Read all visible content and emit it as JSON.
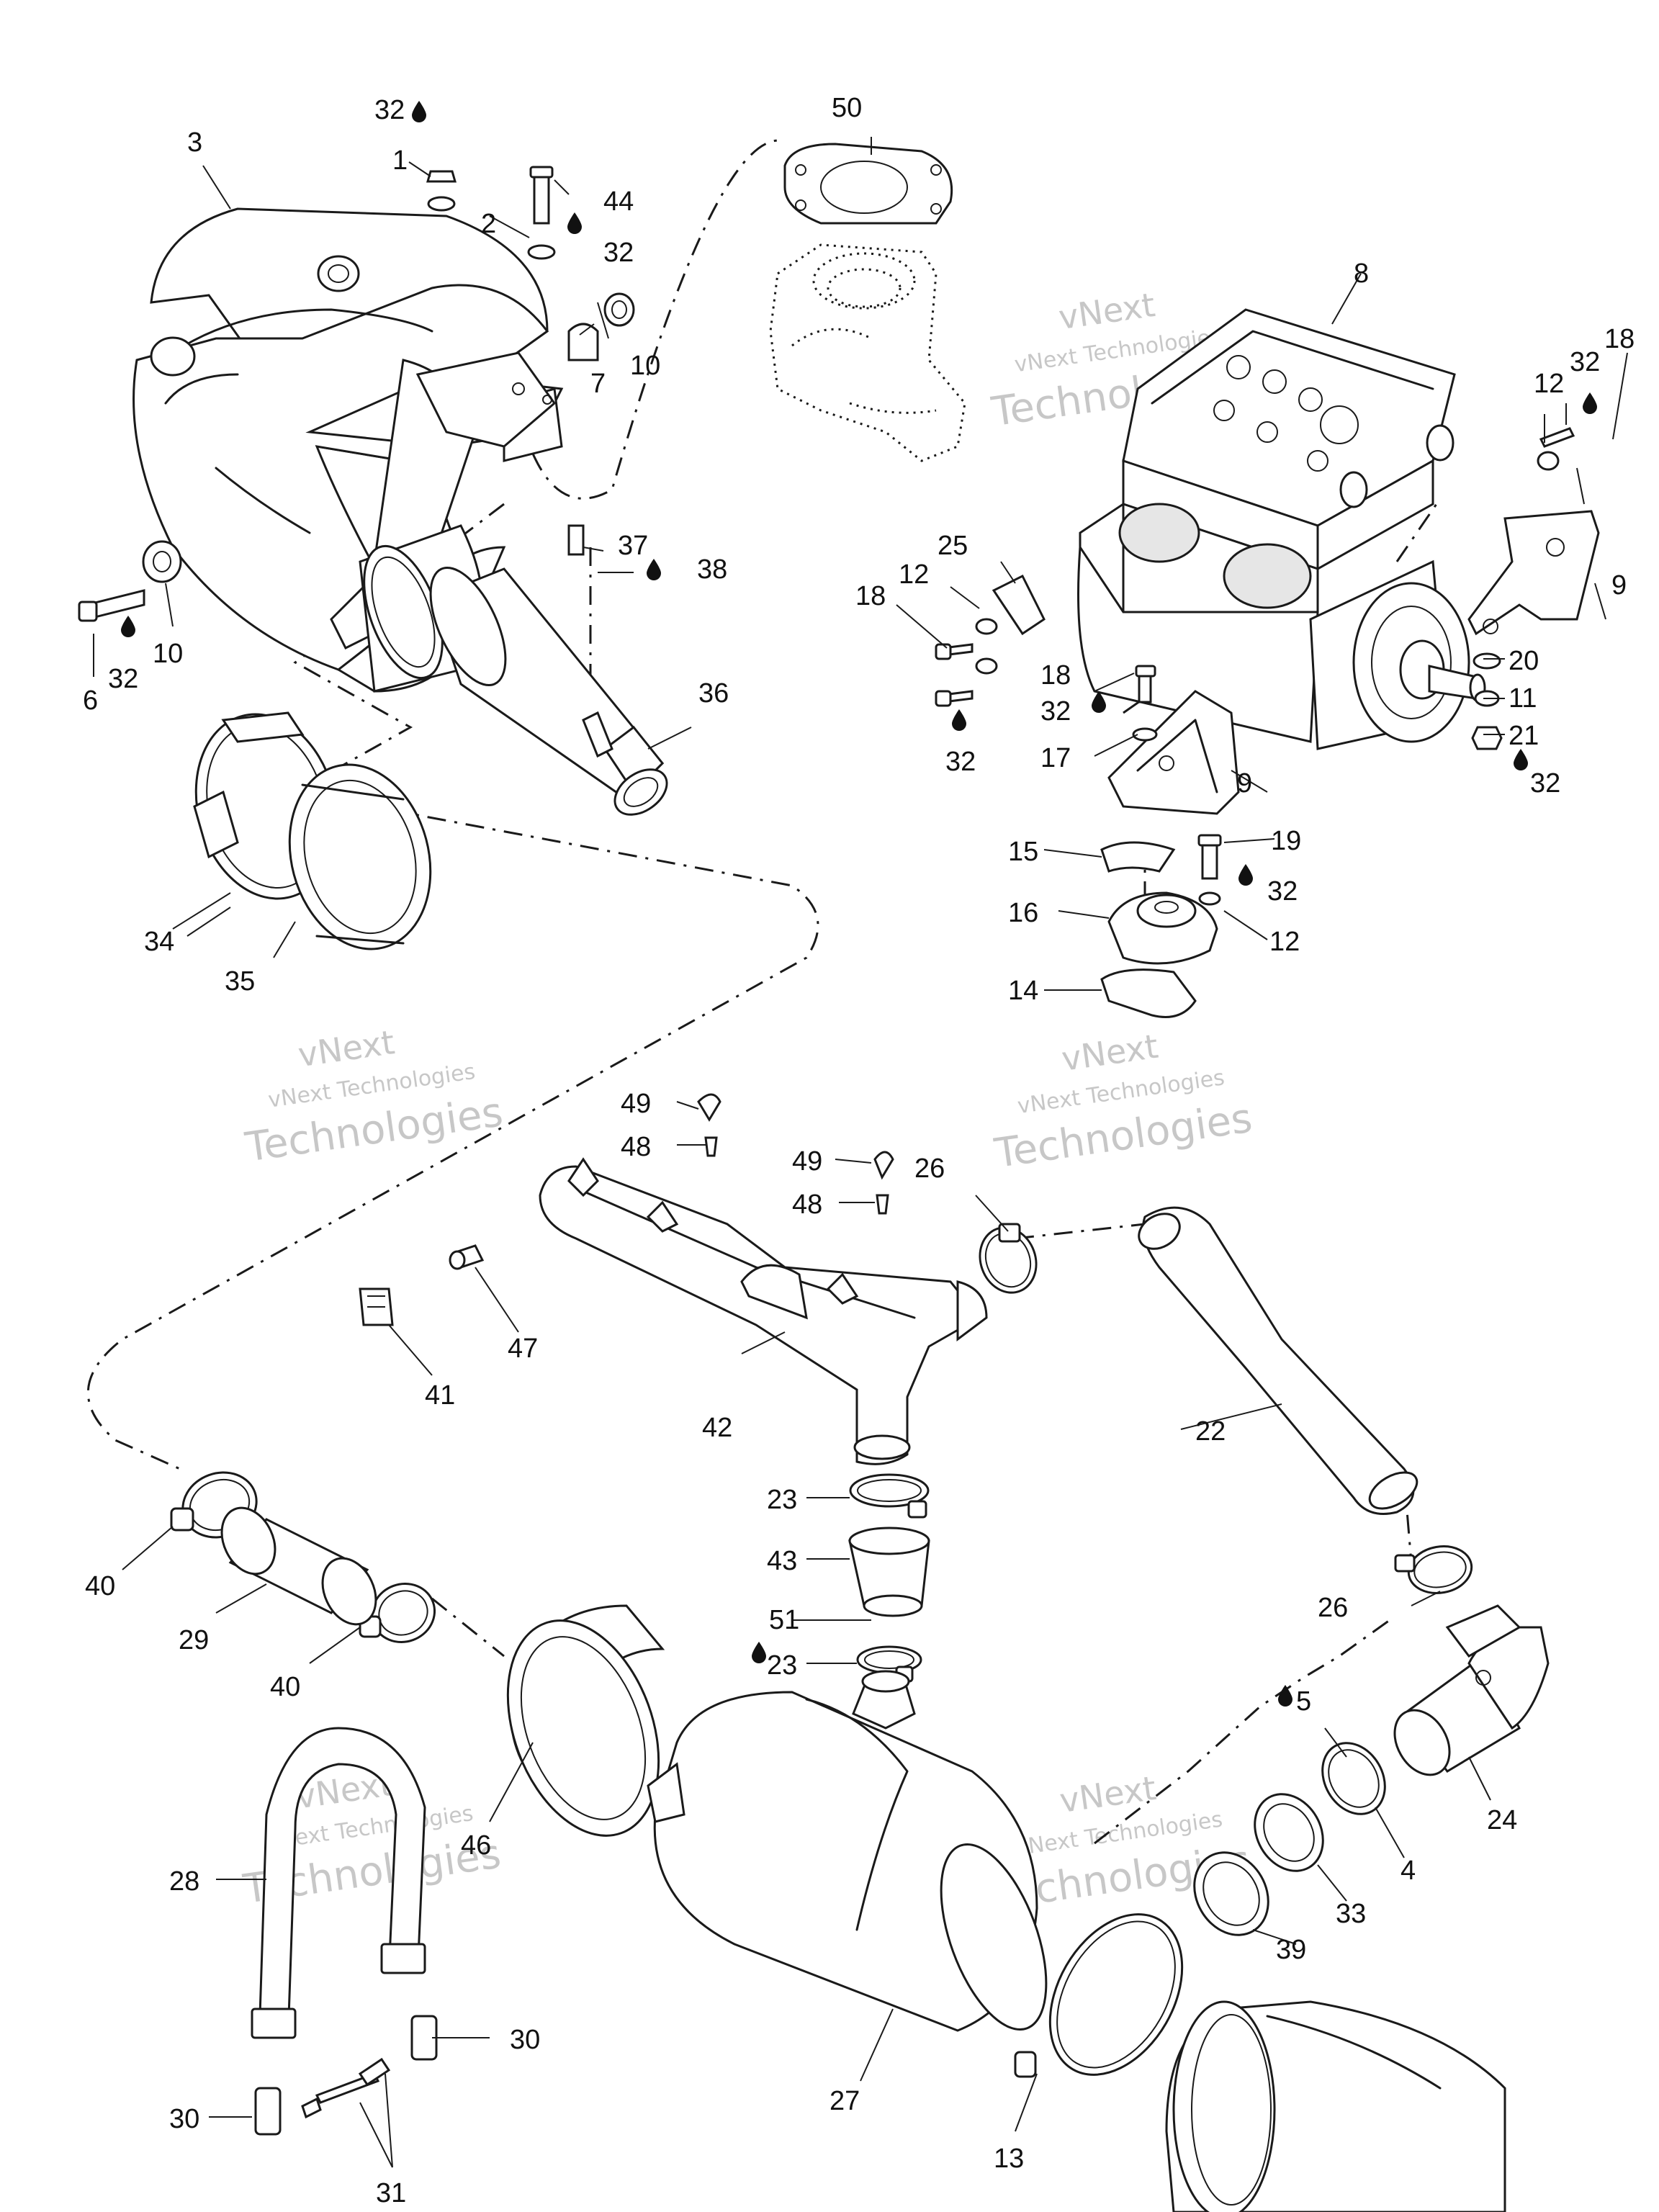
{
  "watermark": {
    "line1": "vNext",
    "line2": "vNext Technologies",
    "line3": "Technologies"
  },
  "callouts": {
    "c1": "1",
    "c2": "2",
    "c3": "3",
    "c4": "4",
    "c5": "5",
    "c6": "6",
    "c7": "7",
    "c8": "8",
    "c9a": "9",
    "c9b": "9",
    "c10a": "10",
    "c10b": "10",
    "c11": "11",
    "c12a": "12",
    "c12b": "12",
    "c12c": "12",
    "c13": "13",
    "c14": "14",
    "c15": "15",
    "c16": "16",
    "c17": "17",
    "c18a": "18",
    "c18b": "18",
    "c18c": "18",
    "c19": "19",
    "c20": "20",
    "c21": "21",
    "c22": "22",
    "c23a": "23",
    "c23b": "23",
    "c24": "24",
    "c25": "25",
    "c26a": "26",
    "c26b": "26",
    "c27": "27",
    "c28": "28",
    "c29": "29",
    "c30a": "30",
    "c30b": "30",
    "c31": "31",
    "c32a": "32",
    "c32b": "32",
    "c32c": "32",
    "c32d": "32",
    "c32e": "32",
    "c32f": "32",
    "c32g": "32",
    "c32h": "32",
    "c33": "33",
    "c34": "34",
    "c35": "35",
    "c36": "36",
    "c37": "37",
    "c38": "38",
    "c39": "39",
    "c40a": "40",
    "c40b": "40",
    "c41": "41",
    "c42": "42",
    "c43": "43",
    "c44": "44",
    "c46": "46",
    "c47": "47",
    "c48a": "48",
    "c48b": "48",
    "c49a": "49",
    "c49b": "49",
    "c50": "50",
    "c51": "51"
  },
  "icons": {
    "adhesive_drop": "oil-drop-icon"
  }
}
